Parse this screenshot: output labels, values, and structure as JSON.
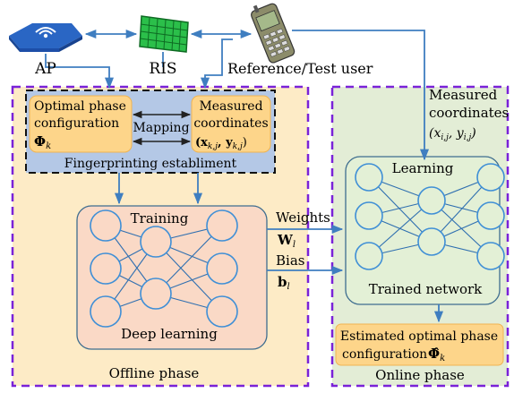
{
  "devices": {
    "ap": "AP",
    "ris": "RIS",
    "user": "Reference/Test user"
  },
  "offline": {
    "box_left_line1": "Optimal phase",
    "box_left_line2": "configuration",
    "box_left_math": "Φ",
    "box_left_math_sub": "k",
    "mapping": "Mapping",
    "box_right_line1": "Measured",
    "box_right_line2": "coordinates",
    "box_right_math": "(x",
    "box_right_math_sub1": "k,j",
    "box_right_math_mid": ", y",
    "box_right_math_sub2": "k,j",
    "box_right_math_end": ")",
    "fingerprinting": "Fingerprinting establiment",
    "training": "Training",
    "deep_learning": "Deep learning",
    "phase_label": "Offline phase"
  },
  "transfer": {
    "weights": "Weights",
    "weights_sym": "W",
    "weights_sub": "l",
    "bias": "Bias",
    "bias_sym": "b",
    "bias_sub": "l"
  },
  "online": {
    "measured_line1": "Measured",
    "measured_line2": "coordinates",
    "measured_math": "(x",
    "measured_sub1": "i,j",
    "measured_mid": ", y",
    "measured_sub2": "i,j",
    "measured_end": ")",
    "learning": "Learning",
    "trained": "Trained network",
    "output_line1": "Estimated optimal phase",
    "output_line2": "configuration",
    "output_sym": "Φ̂",
    "output_sub": "k",
    "phase_label": "Online phase"
  },
  "colors": {
    "offline_bg": "#fdebc6",
    "online_bg": "#e3edd6",
    "finger_bg": "#b4c8e6",
    "orange_box": "#fdd58a",
    "dashed": "#7a22d8",
    "arrow": "#3f7ec0",
    "node": "#3f8fd6"
  }
}
